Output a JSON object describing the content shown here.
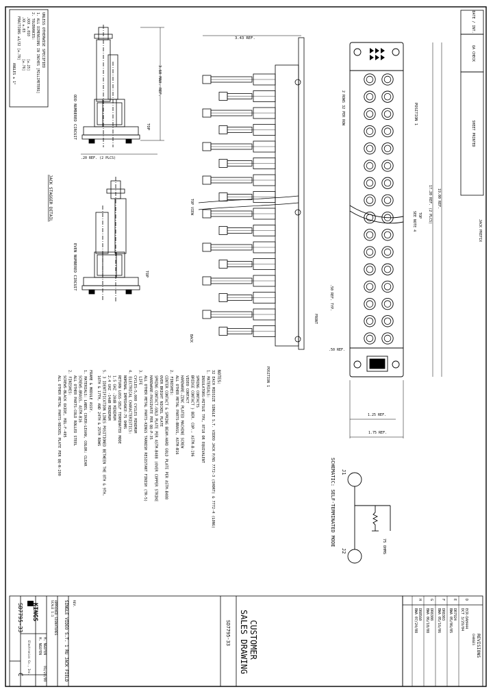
{
  "general_notes": {
    "title": "UNLESS OTHERWISE SPECIFIED",
    "line1": "1. ALL DIMENSIONS IN INCHES [MILLIMETERS]",
    "line2": "2. TOLERANCES:",
    "tol1": ".XXX ±.010",
    "tol2": ".XX ±.03",
    "tol3": "FRACTIONS ±1/32 [±.79]",
    "tol4": "ANGLES ± 1°",
    "tol1b": "[±.25]",
    "tol2b": "[±.76]"
  },
  "details": {
    "odd_caption": "ODD NUMBERED CIRCUIT",
    "even_caption": "EVEN NUMBERED CIRCUIT",
    "stagger_caption": "JACK STAGGER DETAIL",
    "height_dim": "3.60 MAX. REF.",
    "width_dim": ".20 REF. (2 PLCS)",
    "top_label1": "TOP",
    "top_label2": "TOP"
  },
  "side_view": {
    "width_dim": "3.43 REF.",
    "top_view": "TOP VIEW",
    "back": "BACK",
    "front": "FRONT",
    "position1": "POSITION 1"
  },
  "front_view": {
    "rows": "2 ROWS 32 PER ROW",
    "position1": "POSITION 1",
    "length_ref": "19.00 REF.",
    "length_2plcs": "17.20 REF. (2 PLCS)",
    "see_note": "SEE NOTE 4",
    "top": "TOP",
    "pitch": ".50 REF. TYP.",
    "edge": ".50 REF.",
    "w125": "1.25 REF.",
    "w175": "1.75 REF.",
    "jack_prefix": "JACK PREFIX"
  },
  "schematic": {
    "title": "SCHEMATIC: SELF-TERMINATED MODE",
    "j1": "J1",
    "j2": "J2",
    "ohms": "75 OHMS"
  },
  "notes": {
    "header": "NOTES:",
    "lines": [
      "32 EACH MIDSIZE SINGLE S.T. VIDEO JACK P/NS 7772-3 (SHORT) & 7772-4 (LONG)",
      "1. MATERIALS:",
      "   INSULATORS-MITSUI TPX, RT18 OR EQUIVALENT",
      "   SPRING CONTACTS",
      "   BRIDGE CONTACT    } BER. COP., ASTM-B-196",
      "   VIDEO CONTACT",
      "   HARDWARE-ZINC PLATED MACHINE SCREW",
      "   ALL OTHER METAL PARTS-BRASS, ASTM-B16",
      "2. FINISHES:",
      "   CENTER CONTACT & SPRING BEAM-HARD GOLD PLATE PER ASTM-B488",
      "   OVER BRIGHT NICKEL PLATE",
      "   SPRING CONTACT-GOLD PLATE PER ASTM-B488 (OVER COPPER STRIKE",
      "   HARDWARE-PASSIVATE PER QQ-P-35",
      "   ALL OTHER METAL PARTS-KINGS TARNISH RESISTANT FINISH (TR-5)",
      "3. LIFE",
      "   CYCLES-5,000 CYCLES MINIMUM",
      "4. ELECTRICAL CHARACTERISTICS:",
      "   NOMINAL IMPEDANCE-75 OHMS",
      "   RETURN LOSS-SELF TERMINATED MODE",
      "   1.5 GHZ    -20dB MINIMUM",
      "   2.4 GHZ    -14dB MINIMUM",
      "5. 3 IDENTIFICATION LINES POSITIONED BETWEEN THE 8TH & 9TH,",
      "   16TH & 17TH, AND 24TH & 25TH ROWS",
      "FRAME & MODULE ASSY.",
      "1. MATERIALS: LABEL COVER-LEXAN, COLOR: CLEAR",
      "   SCREWS-BRASS, ASTM-B16",
      "   ALL OTHER PARTS-COLD ROLLED STEEL",
      "2. FINISHES:",
      "   SCREWS-BLACK OXIDE, MIL-F-495",
      "   ALL OTHER METAL PARTS-NICKEL PLATE PER QQ-N-290"
    ]
  },
  "revisions": {
    "header": "REVISIONS",
    "sub": "CHANGES",
    "rows": [
      {
        "ltr": "D",
        "text": "ECR-DAH444",
        "date": "DCT 3/29/04"
      },
      {
        "ltr": "E",
        "text": "DR7924",
        "date": "BWA 05/06/05"
      },
      {
        "ltr": "F",
        "text": "DR8303",
        "date": "BWA 05/16/06"
      },
      {
        "ltr": "G",
        "text": "DR8308",
        "date": "BWA 06/10/08"
      },
      {
        "ltr": "H",
        "text": "DR8560",
        "date": "BWA 07/24/08"
      }
    ]
  },
  "title_block": {
    "customer": "CUSTOMER",
    "sales": "SALES DRAWING",
    "dwg_small": "SD7795-33",
    "title": "SINGLE VIDEO S.T. 1 RU JACK FIELD",
    "drawn": "H. NGUYEN",
    "date": "01/23/00",
    "checked": "H. NGUYEN",
    "company": "KINGS",
    "company_sub": "Electronics Co., Inc.",
    "size": "C",
    "number": "SD7795-33",
    "scale": "SCALE 1:1",
    "approved": "APPROVED SIGNATURES",
    "rev": "REV."
  },
  "margin_labels": {
    "top_left": "DATE / INT.",
    "top_mid": "QA CHECK",
    "top_right": "SHEET PRINTED"
  }
}
